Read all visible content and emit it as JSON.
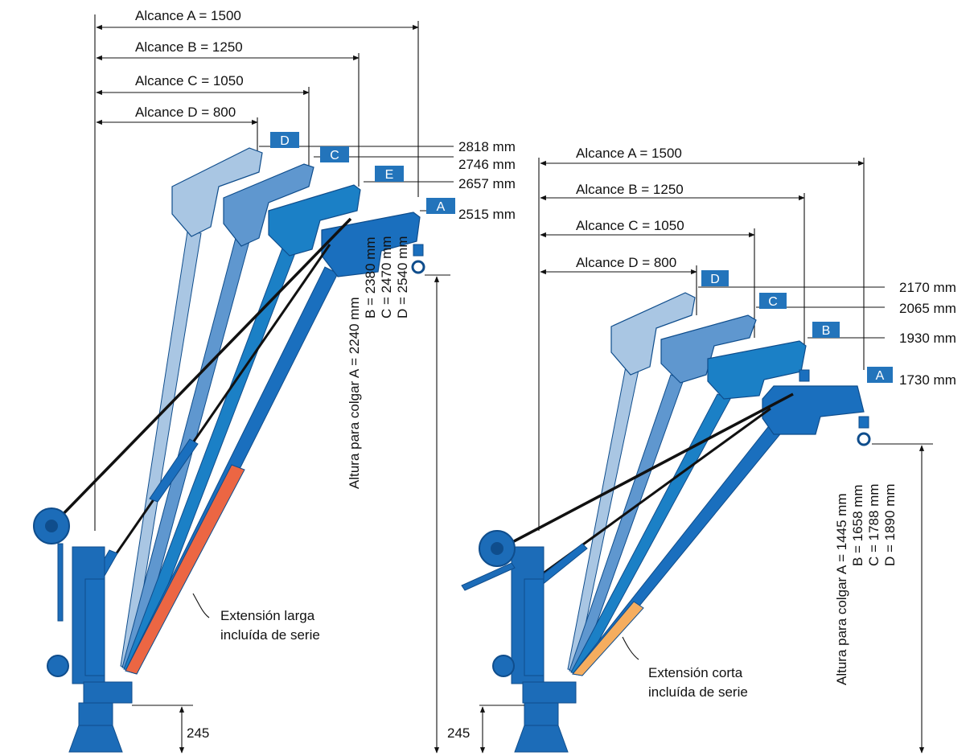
{
  "colors": {
    "d": "#a9c6e3",
    "c": "#5f97cf",
    "e": "#1b80c6",
    "a": "#1a6fbe",
    "base": "#1c6cb8",
    "dark": "#0f4d8c",
    "long_ext": "#ec6643",
    "short_ext": "#f5ad5f",
    "tag": "#2374bb"
  },
  "left": {
    "reaches": [
      "Alcance A = 1500",
      "Alcance B = 1250",
      "Alcance C = 1050",
      "Alcance D = 800"
    ],
    "tags": [
      "D",
      "C",
      "E",
      "A"
    ],
    "heights": [
      "2818 mm",
      "2746 mm",
      "2657 mm",
      "2515 mm"
    ],
    "hang_lines": [
      "Altura para colgar A = 2240 mm",
      "B = 2380 mm",
      "C = 2470 mm",
      "D = 2540 mm"
    ],
    "note_lines": [
      "Extensión larga",
      "incluída de serie"
    ],
    "base_height": "245"
  },
  "right": {
    "reaches": [
      "Alcance A = 1500",
      "Alcance B = 1250",
      "Alcance C = 1050",
      "Alcance D = 800"
    ],
    "tags": [
      "D",
      "C",
      "B",
      "A"
    ],
    "heights": [
      "2170 mm",
      "2065 mm",
      "1930 mm",
      "1730 mm"
    ],
    "hang_lines": [
      "Altura para colgar A = 1445 mm",
      "B = 1658 mm",
      "C = 1788 mm",
      "D = 1890 mm"
    ],
    "note_lines": [
      "Extensión corta",
      "incluída de serie"
    ],
    "base_height": "245"
  }
}
